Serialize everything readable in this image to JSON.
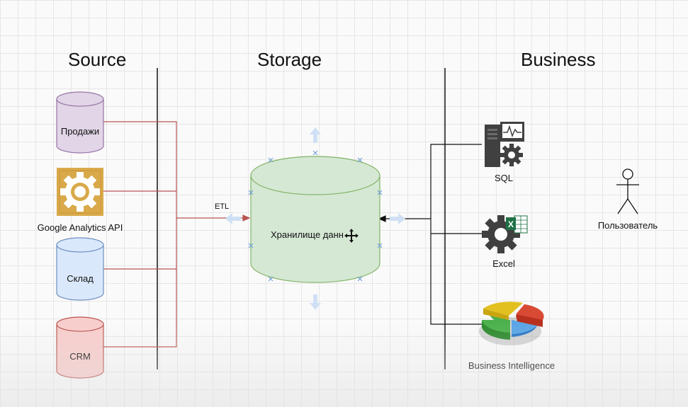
{
  "headings": {
    "source": "Source",
    "storage": "Storage",
    "business": "Business"
  },
  "sources": [
    {
      "label": "Продажи",
      "shape": "cylinder",
      "fill": "#e1d5e7",
      "stroke": "#9673a6"
    },
    {
      "label": "Google Analytics API",
      "shape": "gear-tile",
      "fill": "#d9a94a",
      "icon": "gear-icon"
    },
    {
      "label": "Склад",
      "shape": "cylinder",
      "fill": "#dae8fc",
      "stroke": "#6c8ebf"
    },
    {
      "label": "CRM",
      "shape": "cylinder",
      "fill": "#f8cecc",
      "stroke": "#b85450"
    }
  ],
  "etl_label": "ETL",
  "storage": {
    "label": "Хранилище данн",
    "fill": "#d5e8d4",
    "stroke": "#82b366",
    "cursor_icon": "move-cursor-icon"
  },
  "business": {
    "tools": [
      {
        "label": "SQL",
        "icon": "sql-server-icon"
      },
      {
        "label": "Excel",
        "icon": "excel-gear-icon"
      },
      {
        "label": "Business Intelligence",
        "icon": "pie-chart-icon"
      }
    ],
    "user": {
      "label": "Пользователь",
      "icon": "stick-figure-icon"
    }
  },
  "colors": {
    "source_connector": "#b85450",
    "business_connector": "#000000",
    "selection_handle": "#a9c4eb"
  }
}
